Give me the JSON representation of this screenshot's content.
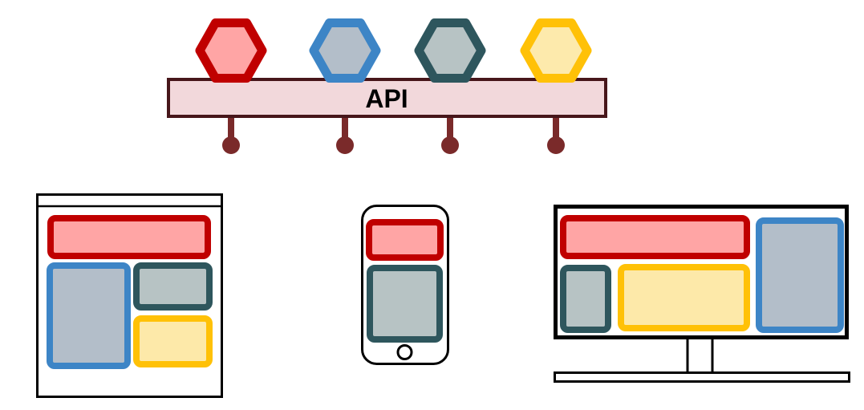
{
  "background": "#FFFFFF",
  "api_bar": {
    "label": "API",
    "fill": "#F2D8DB",
    "border": "#47161A",
    "label_color": "#000000"
  },
  "hexagons": [
    {
      "name": "service-hexagon-red",
      "border": "#C00000",
      "fill": "#FFA5A5"
    },
    {
      "name": "service-hexagon-blue",
      "border": "#3D85C6",
      "fill": "#B3BEC9"
    },
    {
      "name": "service-hexagon-teal",
      "border": "#2E565D",
      "fill": "#B7C3C4"
    },
    {
      "name": "service-hexagon-yellow",
      "border": "#FFC107",
      "fill": "#FDEAAC"
    }
  ],
  "connectors": {
    "count": 4,
    "color": "#7A2A2A"
  },
  "devices": {
    "browser": {
      "frame": "#000000",
      "screen_fill": "#FFFFFF",
      "blocks": [
        {
          "name": "header",
          "border": "#C00000",
          "fill": "#FFA5A5"
        },
        {
          "name": "main",
          "border": "#3D85C6",
          "fill": "#B3BEC9"
        },
        {
          "name": "panel-top",
          "border": "#2E565D",
          "fill": "#B7C3C4"
        },
        {
          "name": "panel-bottom",
          "border": "#FFC107",
          "fill": "#FDE9A9"
        }
      ]
    },
    "phone": {
      "frame": "#000000",
      "screen_fill": "#FFFFFF",
      "blocks": [
        {
          "name": "header",
          "border": "#C00000",
          "fill": "#FFA5A5"
        },
        {
          "name": "main",
          "border": "#2E565D",
          "fill": "#B7C3C4"
        }
      ]
    },
    "monitor": {
      "frame": "#000000",
      "screen_fill": "#FFFFFF",
      "blocks": [
        {
          "name": "header",
          "border": "#C00000",
          "fill": "#FFA5A5"
        },
        {
          "name": "sidebar-right",
          "border": "#3D85C6",
          "fill": "#B3BEC9"
        },
        {
          "name": "nav-left",
          "border": "#2E565D",
          "fill": "#B7C3C4"
        },
        {
          "name": "content",
          "border": "#FFC107",
          "fill": "#FDE9A9"
        }
      ]
    }
  }
}
